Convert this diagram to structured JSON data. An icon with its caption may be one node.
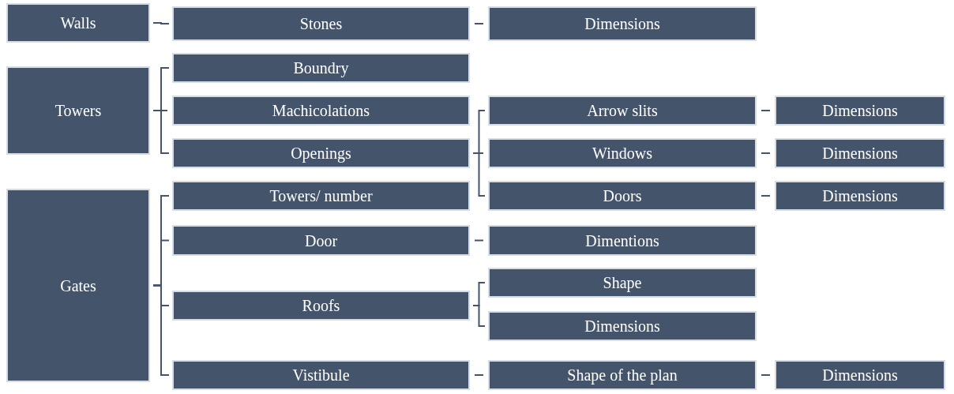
{
  "diagram": {
    "nodes": [
      {
        "text": [
          "Walls"
        ]
      },
      {
        "text": [
          "Stones"
        ]
      },
      {
        "text": [
          "Dimensions"
        ]
      },
      {
        "text": [
          "Towers"
        ]
      },
      {
        "text": [
          "Boundry"
        ]
      },
      {
        "text": [
          "Machicolations"
        ]
      },
      {
        "text": [
          "Openings"
        ]
      },
      {
        "text": [
          "Arrow slits"
        ]
      },
      {
        "text": [
          "Dimensions"
        ]
      },
      {
        "text": [
          "Windows"
        ]
      },
      {
        "text": [
          "Dimensions"
        ]
      },
      {
        "text": [
          "Gates"
        ]
      },
      {
        "text": [
          "Towers/ number"
        ]
      },
      {
        "text": [
          "Doors"
        ]
      },
      {
        "text": [
          "Dimensions"
        ]
      },
      {
        "text": [
          "Door"
        ]
      },
      {
        "text": [
          "Dimentions"
        ]
      },
      {
        "text": [
          "Roofs"
        ]
      },
      {
        "text": [
          "Shape"
        ]
      },
      {
        "text": [
          "Dimensions"
        ]
      },
      {
        "text": [
          "Vistibule"
        ]
      },
      {
        "text": [
          "Shape of the plan"
        ]
      },
      {
        "text": [
          "Dimensions"
        ]
      }
    ],
    "edges": [
      {
        "from": 0,
        "to": 1,
        "arrow": "none"
      },
      {
        "from": 1,
        "to": 2,
        "arrow": "none"
      },
      {
        "from": 3,
        "to": 4,
        "arrow": "none"
      },
      {
        "from": 3,
        "to": 5,
        "arrow": "none"
      },
      {
        "from": 3,
        "to": 6,
        "arrow": "none"
      },
      {
        "from": 6,
        "to": 7,
        "arrow": "none"
      },
      {
        "from": 6,
        "to": 9,
        "arrow": "none"
      },
      {
        "from": 6,
        "to": 13,
        "arrow": "none"
      },
      {
        "from": 7,
        "to": 8,
        "arrow": "none"
      },
      {
        "from": 9,
        "to": 10,
        "arrow": "none"
      },
      {
        "from": 13,
        "to": 14,
        "arrow": "none"
      },
      {
        "from": 11,
        "to": 12,
        "arrow": "none"
      },
      {
        "from": 11,
        "to": 15,
        "arrow": "none"
      },
      {
        "from": 11,
        "to": 17,
        "arrow": "none"
      },
      {
        "from": 11,
        "to": 20,
        "arrow": "none"
      },
      {
        "from": 15,
        "to": 16,
        "arrow": "none"
      },
      {
        "from": 17,
        "to": 18,
        "arrow": "none"
      },
      {
        "from": 17,
        "to": 19,
        "arrow": "none"
      },
      {
        "from": 20,
        "to": 21,
        "arrow": "none"
      },
      {
        "from": 21,
        "to": 22,
        "arrow": "none"
      }
    ]
  }
}
